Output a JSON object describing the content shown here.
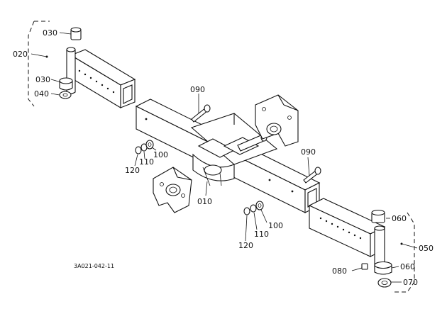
{
  "labels": {
    "l020": "020",
    "l030a": "030",
    "l030b": "030",
    "l040": "040",
    "l090a": "090",
    "l090b": "090",
    "l100a": "100",
    "l110a": "110",
    "l120a": "120",
    "l010": "010",
    "l100b": "100",
    "l110b": "110",
    "l120b": "120",
    "l060a": "060",
    "l050": "050",
    "l080": "080",
    "l060b": "060",
    "l070": "070"
  },
  "drawing_code": "3A021-042-11"
}
